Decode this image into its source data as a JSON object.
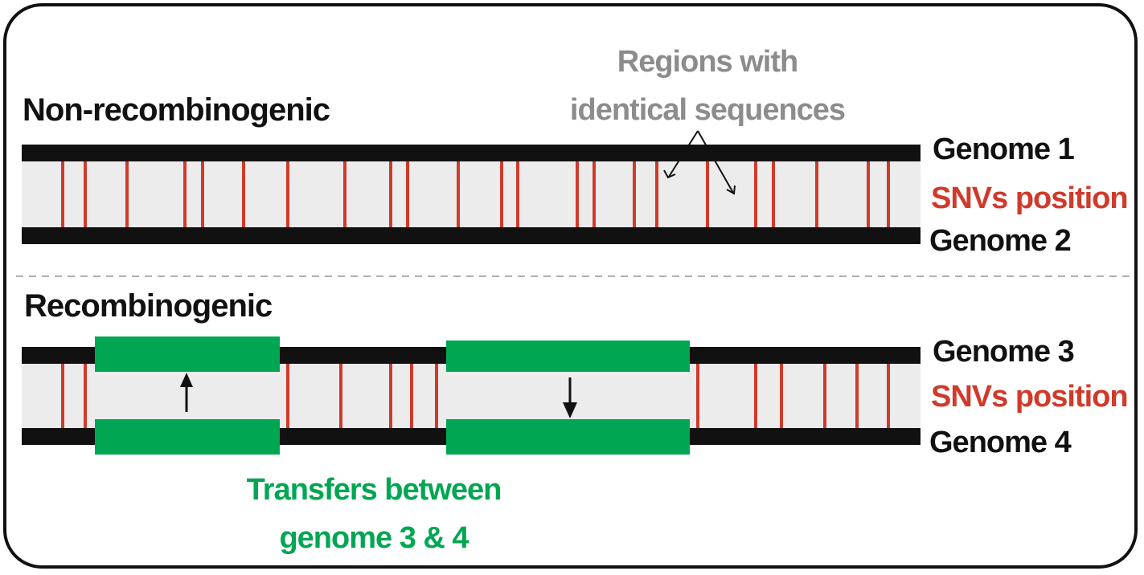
{
  "sections": {
    "non_recombinogenic": {
      "title": "Non-recombinogenic",
      "genome_top": "Genome 1",
      "snv_label": "SNVs position",
      "genome_bottom": "Genome 2"
    },
    "recombinogenic": {
      "title": "Recombinogenic",
      "genome_top": "Genome 3",
      "snv_label": "SNVs position",
      "genome_bottom": "Genome 4"
    }
  },
  "annotations": {
    "identical_regions_line1": "Regions with",
    "identical_regions_line2": "identical sequences",
    "transfers_line1": "Transfers between",
    "transfers_line2": "genome 3 & 4"
  },
  "colors": {
    "genome_line": "#111111",
    "snv": "#d03a2b",
    "gap": "#ececec",
    "transfer": "#00a651",
    "annotation_gray": "#8c8c8c",
    "divider": "#b0b0b0"
  }
}
